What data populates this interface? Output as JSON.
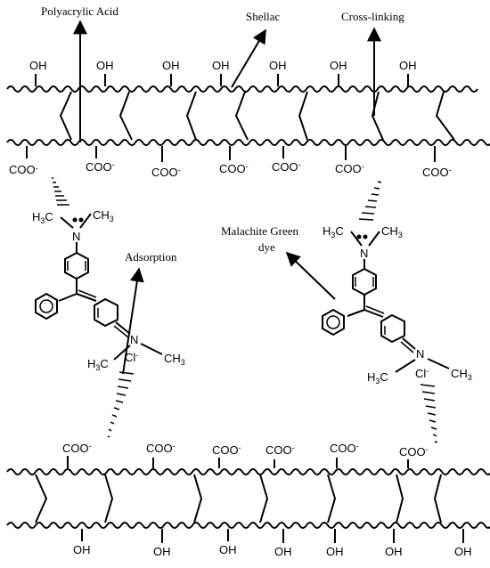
{
  "labels": {
    "polyacrylic_acid": "Polyacrylic Acid",
    "shellac": "Shellac",
    "cross_linking": "Cross-linking",
    "adsorption": "Adsorption",
    "malachite_green_line1": "Malachite Green",
    "malachite_green_line2": "dye"
  },
  "groups": {
    "oh": "OH",
    "coo": "COO",
    "minus": "-",
    "h3c": "H",
    "sub3": "3",
    "c": "C",
    "ch": "CH",
    "n": "N",
    "cl": "Cl"
  }
}
